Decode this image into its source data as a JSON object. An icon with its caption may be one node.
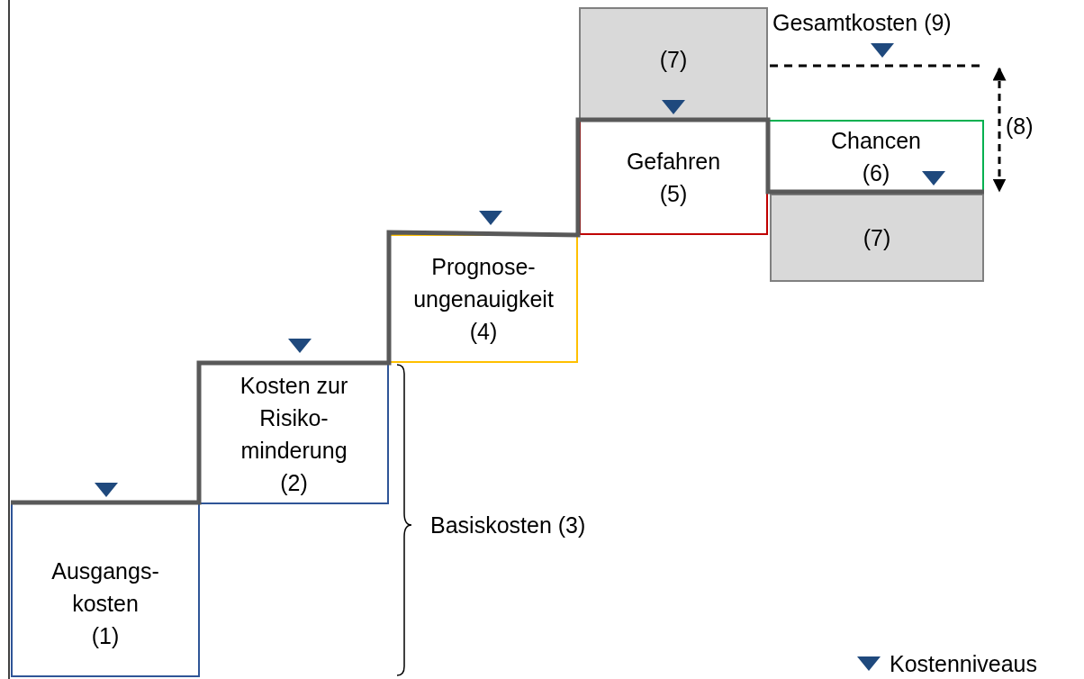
{
  "diagram": {
    "nodes": [
      {
        "text": [
          "Ausgangs- kosten",
          "(1)"
        ]
      },
      {
        "text": [
          "Kosten zur Risiko- minderung",
          "(2)"
        ]
      },
      {
        "text": [
          "Prognose- ungenauigkeit",
          "(4)"
        ]
      },
      {
        "text": [
          "(7)"
        ]
      },
      {
        "text": [
          "Gefahren",
          "(5)"
        ]
      },
      {
        "text": [
          "Chancen",
          "(6)"
        ]
      },
      {
        "text": [
          "(7)"
        ]
      }
    ],
    "labels": [
      "Gesamtkosten (9)",
      "(8)",
      "Basiskosten (3)"
    ],
    "legend": [
      {
        "text": "Kostenniveaus"
      }
    ]
  }
}
